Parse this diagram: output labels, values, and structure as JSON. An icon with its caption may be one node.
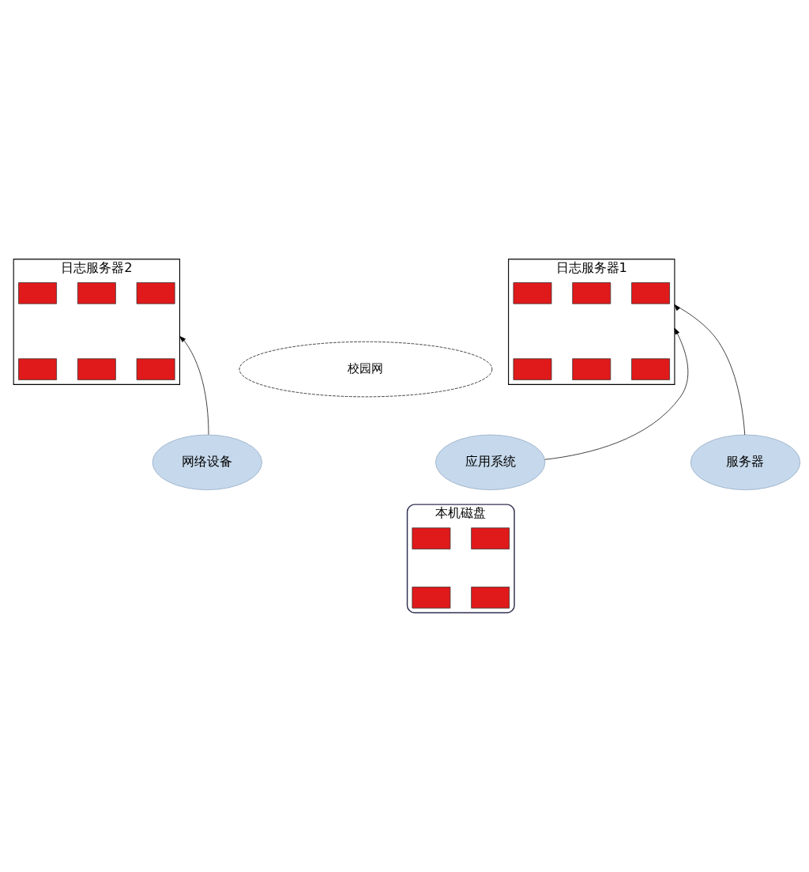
{
  "diagram": {
    "nodes": [
      {
        "text": [
          "日志服务器1"
        ]
      },
      {
        "text": [],
        "shape": "box",
        "in": 0
      },
      {
        "text": [],
        "shape": "box",
        "in": 0
      },
      {
        "text": [],
        "shape": "box",
        "in": 0
      },
      {
        "text": [],
        "shape": "box",
        "in": 0
      },
      {
        "text": [],
        "shape": "box",
        "in": 0
      },
      {
        "text": [],
        "shape": "box",
        "in": 0
      },
      {
        "text": [
          "日志服务器2"
        ]
      },
      {
        "text": [],
        "shape": "box",
        "in": 7
      },
      {
        "text": [],
        "shape": "box",
        "in": 7
      },
      {
        "text": [],
        "shape": "box",
        "in": 7
      },
      {
        "text": [],
        "shape": "box",
        "in": 7
      },
      {
        "text": [],
        "shape": "box",
        "in": 7
      },
      {
        "text": [],
        "shape": "box",
        "in": 7
      },
      {
        "text": [
          "校园网"
        ]
      },
      {
        "text": [
          "应用系统"
        ]
      },
      {
        "text": [
          "服务器"
        ]
      },
      {
        "text": [
          "网络设备"
        ]
      },
      {
        "text": [],
        "shape": "cylinder",
        "beside": [
          "本机磁盘"
        ]
      },
      {
        "text": [],
        "shape": "box",
        "in": 18
      },
      {
        "text": [],
        "shape": "box",
        "in": 18
      },
      {
        "text": [],
        "shape": "box",
        "in": 18
      },
      {
        "text": [],
        "shape": "box",
        "in": 18
      }
    ],
    "edges": [
      {
        "from": 15,
        "to": 0,
        "arrow": "to"
      },
      {
        "from": 16,
        "to": 0,
        "arrow": "to"
      },
      {
        "from": 17,
        "to": 7,
        "arrow": "to"
      }
    ]
  }
}
